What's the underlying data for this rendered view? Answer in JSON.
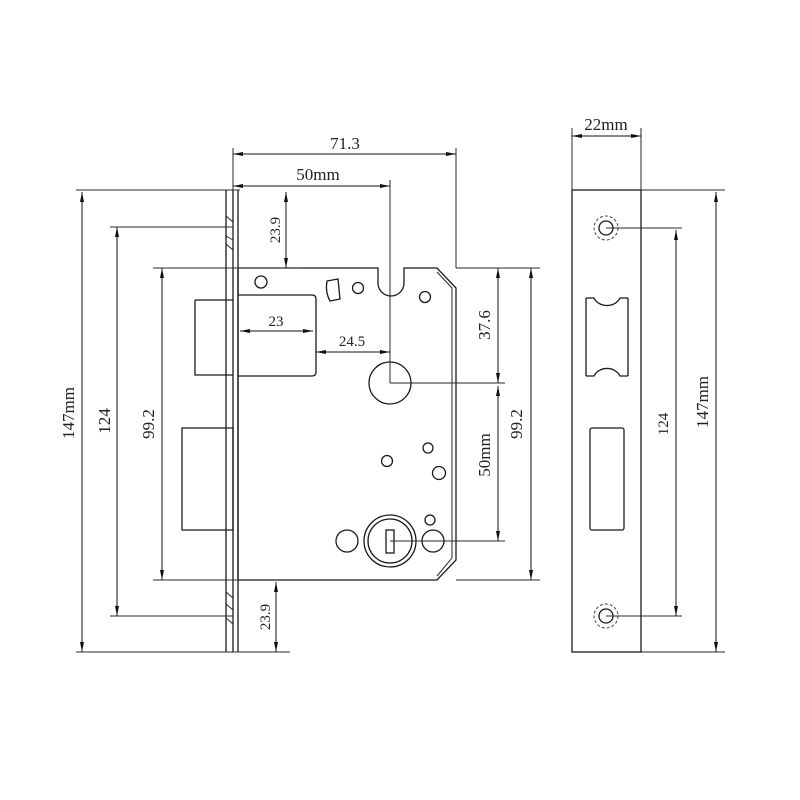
{
  "drawing": {
    "subject": "mortise lock body technical drawing",
    "views": [
      "front-view",
      "side-view"
    ],
    "stroke_color": "#1a1a1a",
    "background_color": "#ffffff"
  },
  "front_view": {
    "dimensions": {
      "overall_depth": "71.3",
      "backset": "50mm",
      "top_offset": "23.9",
      "bottom_offset": "23.9",
      "latch_width": "23",
      "latch_to_spindle": "24.5",
      "spindle_from_top": "37.6",
      "center_distance": "50mm",
      "case_height_right": "99.2",
      "case_height_left": "99.2",
      "screw_spacing": "124",
      "faceplate_height": "147mm"
    }
  },
  "side_view": {
    "dimensions": {
      "faceplate_width": "22mm",
      "screw_spacing": "124",
      "faceplate_height": "147mm"
    }
  }
}
